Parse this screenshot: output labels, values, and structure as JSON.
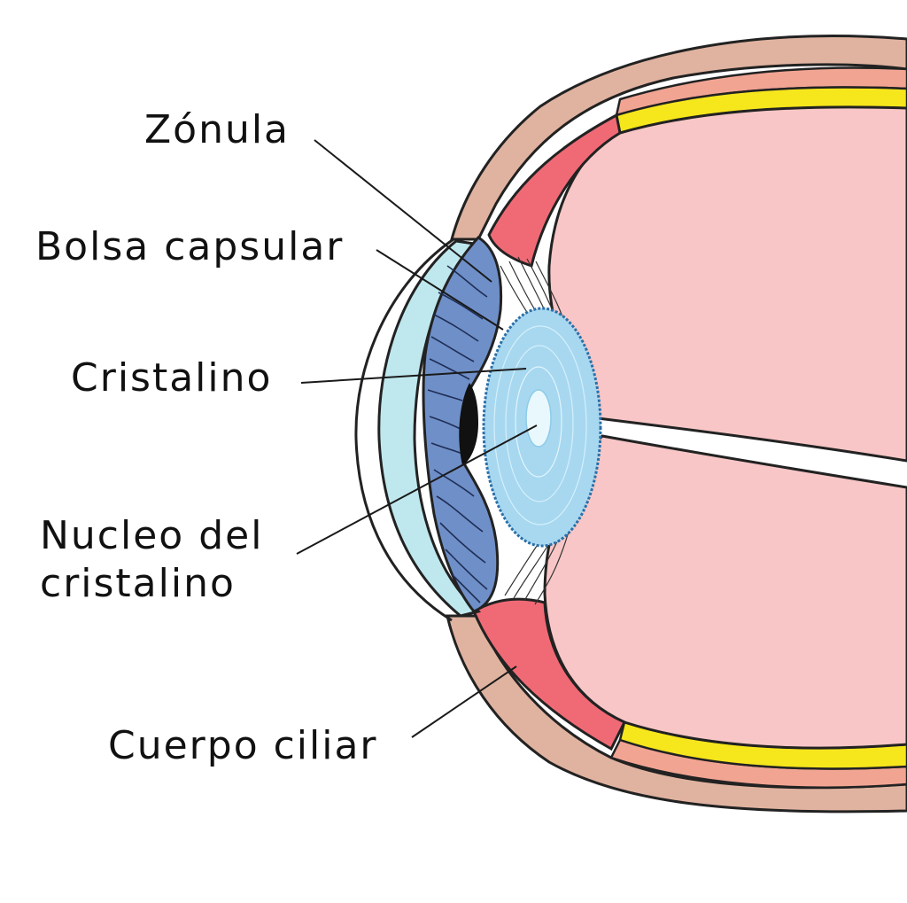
{
  "labels": {
    "zonula": "Zónula",
    "bolsa_capsular": "Bolsa capsular",
    "cristalino": "Cristalino",
    "nucleo_line1": "Nucleo del",
    "nucleo_line2": "cristalino",
    "cuerpo_ciliar": "Cuerpo ciliar"
  },
  "colors": {
    "sclera": "#e0b3a0",
    "choroid": "#f2a493",
    "retina": "#f6e61c",
    "vitreous": "#f8c6c6",
    "ciliary_body": "#f06a75",
    "iris": "#6f8fc8",
    "cornea": "#bfe8ee",
    "lens": "#a7d8f0",
    "pupil": "#111111",
    "leader_line": "#1a1a1a"
  }
}
